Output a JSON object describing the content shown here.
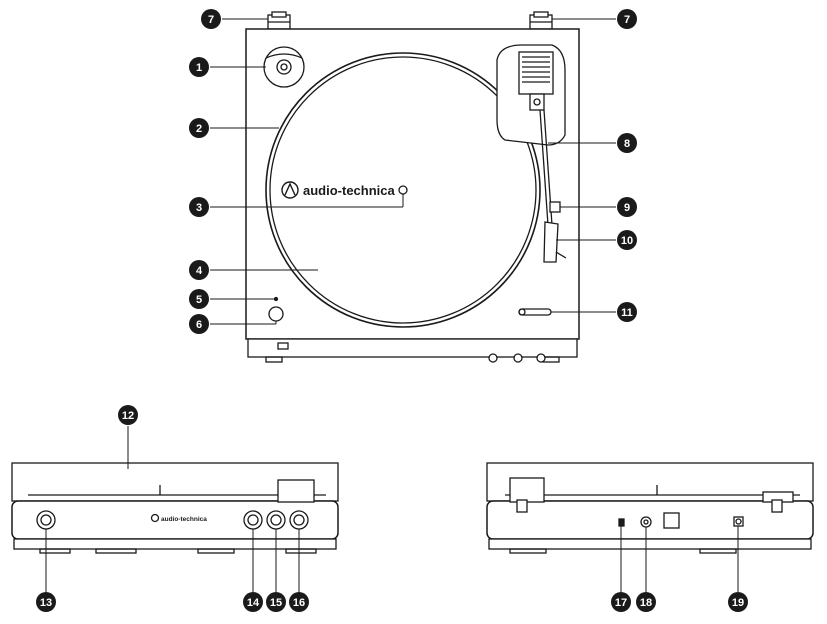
{
  "brand": {
    "name": "audio-technica",
    "logo_icon": "triangle-a-logo-icon"
  },
  "colors": {
    "line": "#1a1a1a",
    "callout_fill": "#1a1a1a",
    "callout_text": "#ffffff",
    "fill": "#ffffff"
  },
  "callouts": [
    {
      "id": "1",
      "label": "1"
    },
    {
      "id": "2",
      "label": "2"
    },
    {
      "id": "3",
      "label": "3"
    },
    {
      "id": "4",
      "label": "4"
    },
    {
      "id": "5",
      "label": "5"
    },
    {
      "id": "6",
      "label": "6"
    },
    {
      "id": "7a",
      "label": "7"
    },
    {
      "id": "7b",
      "label": "7"
    },
    {
      "id": "8",
      "label": "8"
    },
    {
      "id": "9",
      "label": "9"
    },
    {
      "id": "10",
      "label": "10"
    },
    {
      "id": "11",
      "label": "11"
    },
    {
      "id": "12",
      "label": "12"
    },
    {
      "id": "13",
      "label": "13"
    },
    {
      "id": "14",
      "label": "14"
    },
    {
      "id": "15",
      "label": "15"
    },
    {
      "id": "16",
      "label": "16"
    },
    {
      "id": "17",
      "label": "17"
    },
    {
      "id": "18",
      "label": "18"
    },
    {
      "id": "19",
      "label": "19"
    }
  ]
}
